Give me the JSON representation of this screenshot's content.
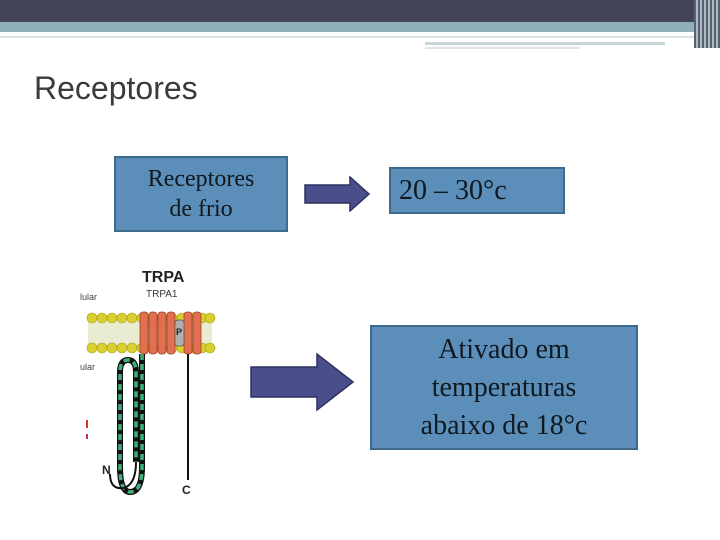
{
  "slide": {
    "title": "Receptores",
    "box1_line1": "Receptores",
    "box1_line2": "de frio",
    "box2_text": "20 – 30°c",
    "box3_line1": "Ativado em",
    "box3_line2": "temperaturas",
    "box3_line3": "abaixo de 18°c"
  },
  "diagram": {
    "heading": "TRPA",
    "subheading": "TRPA1",
    "label_top_left": "lular",
    "label_mid_left": "ular",
    "label_n": "N",
    "label_c": "C",
    "label_p": "P"
  },
  "colors": {
    "box_fill": "#5b8fb9",
    "arrow_fill": "#4a4f8c",
    "topbar_dark": "#434457",
    "topbar_teal": "#8fb0b6"
  }
}
